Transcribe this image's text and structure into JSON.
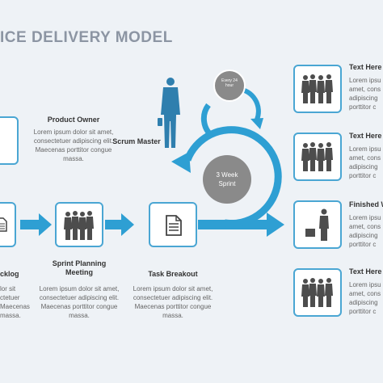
{
  "title": "ICE DELIVERY MODEL",
  "product_owner": {
    "label": "Product Owner",
    "text": "Lorem ipsum dolor sit amet, consectetuer adipiscing elit. Maecenas porttitor congue massa."
  },
  "scrum_master": {
    "label": "Scrum Master"
  },
  "backlog": {
    "label": "cklog",
    "text": "lor sit\nctetuer\nMaecenas\nmassa."
  },
  "sprint_planning": {
    "label": "Sprint Planning Meeting",
    "text": "Lorem ipsum dolor sit amet, consectetuer adipiscing elit. Maecenas porttitor congue massa."
  },
  "task_breakout": {
    "label": "Task Breakout",
    "text": "Lorem ipsum dolor sit amet, consectetuer adipiscing elit. Maecenas porttitor congue massa."
  },
  "every24": "Every 24 hour",
  "sprint": {
    "line1": "3 Week",
    "line2": "Sprint"
  },
  "right_items": [
    {
      "label": "Text Here",
      "text": "Lorem ipsu\namet, cons\nadipiscing\nporttitor c"
    },
    {
      "label": "Text Here",
      "text": "Lorem ipsu\namet, cons\nadipiscing\nporttitor c"
    },
    {
      "label": "Finished W",
      "text": "Lorem ipsu\namet, cons\nadipiscing\nporttitor c"
    },
    {
      "label": "Text Here",
      "text": "Lorem ipsu\namet, cons\nadipiscing\nporttitor c"
    }
  ],
  "colors": {
    "accent": "#2e9fd3",
    "border": "#4aa6d3",
    "circle": "#8a8a8a",
    "figure": "#4d4d4d",
    "figure_blue": "#2f7fae"
  }
}
